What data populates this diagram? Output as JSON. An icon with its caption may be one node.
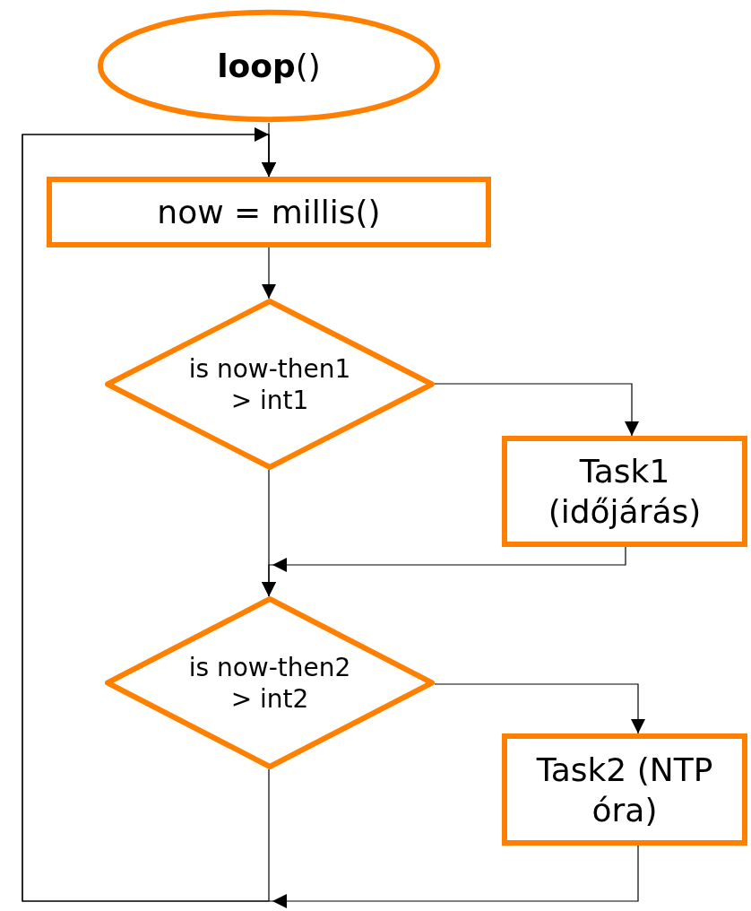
{
  "diagram": {
    "nodes": [
      {
        "text": [
          "**loop**()"
        ]
      },
      {
        "text": [
          "now = millis()"
        ]
      },
      {
        "text": [
          "is now-then1 > int1"
        ]
      },
      {
        "text": [
          "Task1 (időjárás)"
        ]
      },
      {
        "text": [
          "is now-then2 > int2"
        ]
      },
      {
        "text": [
          "Task2 (NTP óra)"
        ]
      }
    ],
    "edges": [
      {
        "from": 0,
        "to": 1,
        "arrow": "to"
      },
      {
        "from": 1,
        "to": 2,
        "arrow": "to"
      },
      {
        "from": 2,
        "to": 3,
        "arrow": "to"
      },
      {
        "from": 2,
        "to": 4,
        "arrow": "to"
      },
      {
        "from": 3,
        "to": 4,
        "arrow": "to"
      },
      {
        "from": 4,
        "to": 5,
        "arrow": "to"
      },
      {
        "from": 4,
        "to": 1,
        "arrow": "to"
      },
      {
        "from": 5,
        "to": 1,
        "arrow": "to"
      }
    ]
  }
}
